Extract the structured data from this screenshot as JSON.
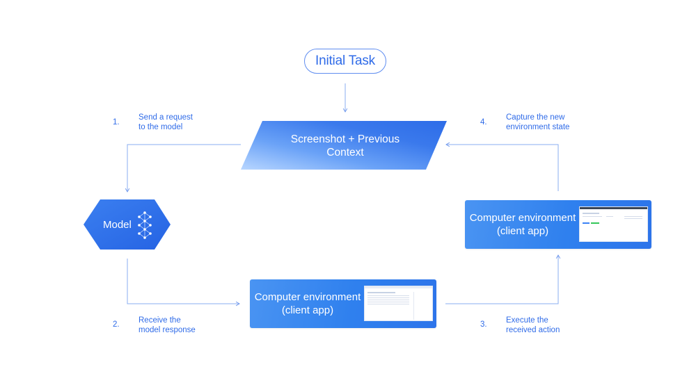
{
  "start": {
    "label": "Initial Task"
  },
  "context_node": {
    "line1": "Screenshot + Previous",
    "line2": "Context"
  },
  "model_node": {
    "label": "Model",
    "icon": "neural-network-icon"
  },
  "env_bottom": {
    "line1": "Computer environment",
    "line2": "(client app)"
  },
  "env_right": {
    "line1": "Computer environment",
    "line2": "(client app)"
  },
  "steps": [
    {
      "number": "1.",
      "line1": "Send a request",
      "line2": "to the model"
    },
    {
      "number": "2.",
      "line1": "Receive the",
      "line2": "model response"
    },
    {
      "number": "3.",
      "line1": "Execute the",
      "line2": "received action"
    },
    {
      "number": "4.",
      "line1": "Capture the new",
      "line2": "environment state"
    }
  ],
  "colors": {
    "accent": "#2f6be8",
    "node_light": "#a9cbff",
    "node_dark": "#2f6be8",
    "arrow": "#7ea3ee"
  }
}
